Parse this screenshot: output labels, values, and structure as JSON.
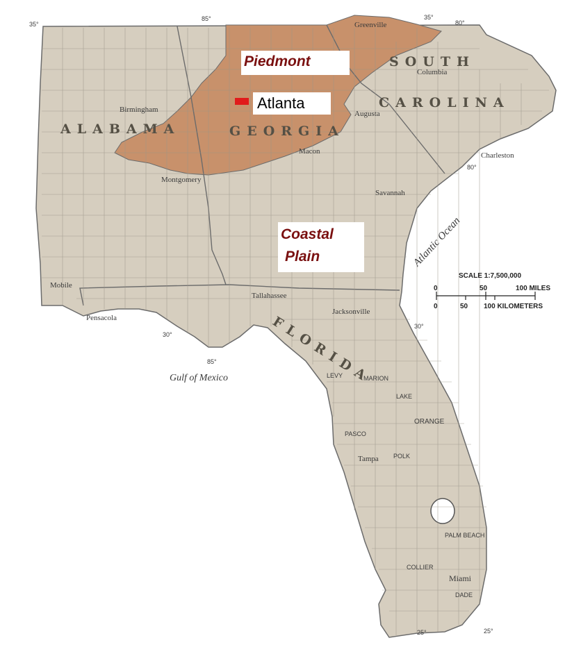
{
  "colors": {
    "coastal_plain": "#d6cebf",
    "piedmont": "#c8916b",
    "water": "#ffffff",
    "border": "#6b6b6b",
    "region_label": "#7a1010",
    "city_marker": "#e11b1b"
  },
  "regions": {
    "piedmont": "Piedmont",
    "coastal_line1": "Coastal",
    "coastal_line2": "Plain"
  },
  "states": {
    "alabama": "ALABAMA",
    "georgia": "GEORGIA",
    "south": "SOUTH",
    "carolina": "CAROLINA",
    "florida": "FLORIDA"
  },
  "highlight_city": "Atlanta",
  "cities": {
    "birmingham": "Birmingham",
    "montgomery": "Montgomery",
    "mobile": "Mobile",
    "pensacola": "Pensacola",
    "tallahassee": "Tallahassee",
    "jacksonville": "Jacksonville",
    "macon": "Macon",
    "savannah": "Savannah",
    "charleston": "Charleston",
    "columbia": "Columbia",
    "greenville": "Greenville",
    "augusta": "Augusta",
    "tampa": "Tampa",
    "miami": "Miami",
    "orange": "ORANGE",
    "palm_beach": "PALM BEACH",
    "levy": "LEVY",
    "lake": "LAKE",
    "marion": "MARION",
    "pasco": "PASCO",
    "polk": "POLK",
    "collier": "COLLIER",
    "dade": "DADE"
  },
  "water": {
    "gulf": "Gulf of Mexico",
    "atlantic": "Atlantic Ocean"
  },
  "degrees": {
    "tl35": "35°",
    "t85": "85°",
    "tr35": "35°",
    "tr80": "80°",
    "r80": "80°",
    "w30": "30°",
    "b85": "85°",
    "e30": "30°",
    "s25a": "25°",
    "s25b": "25°"
  },
  "scale": {
    "title": "SCALE 1:7,500,000",
    "m0": "0",
    "m50": "50",
    "miles": "100 MILES",
    "k0": "0",
    "k50": "50",
    "km": "100 KILOMETERS"
  }
}
